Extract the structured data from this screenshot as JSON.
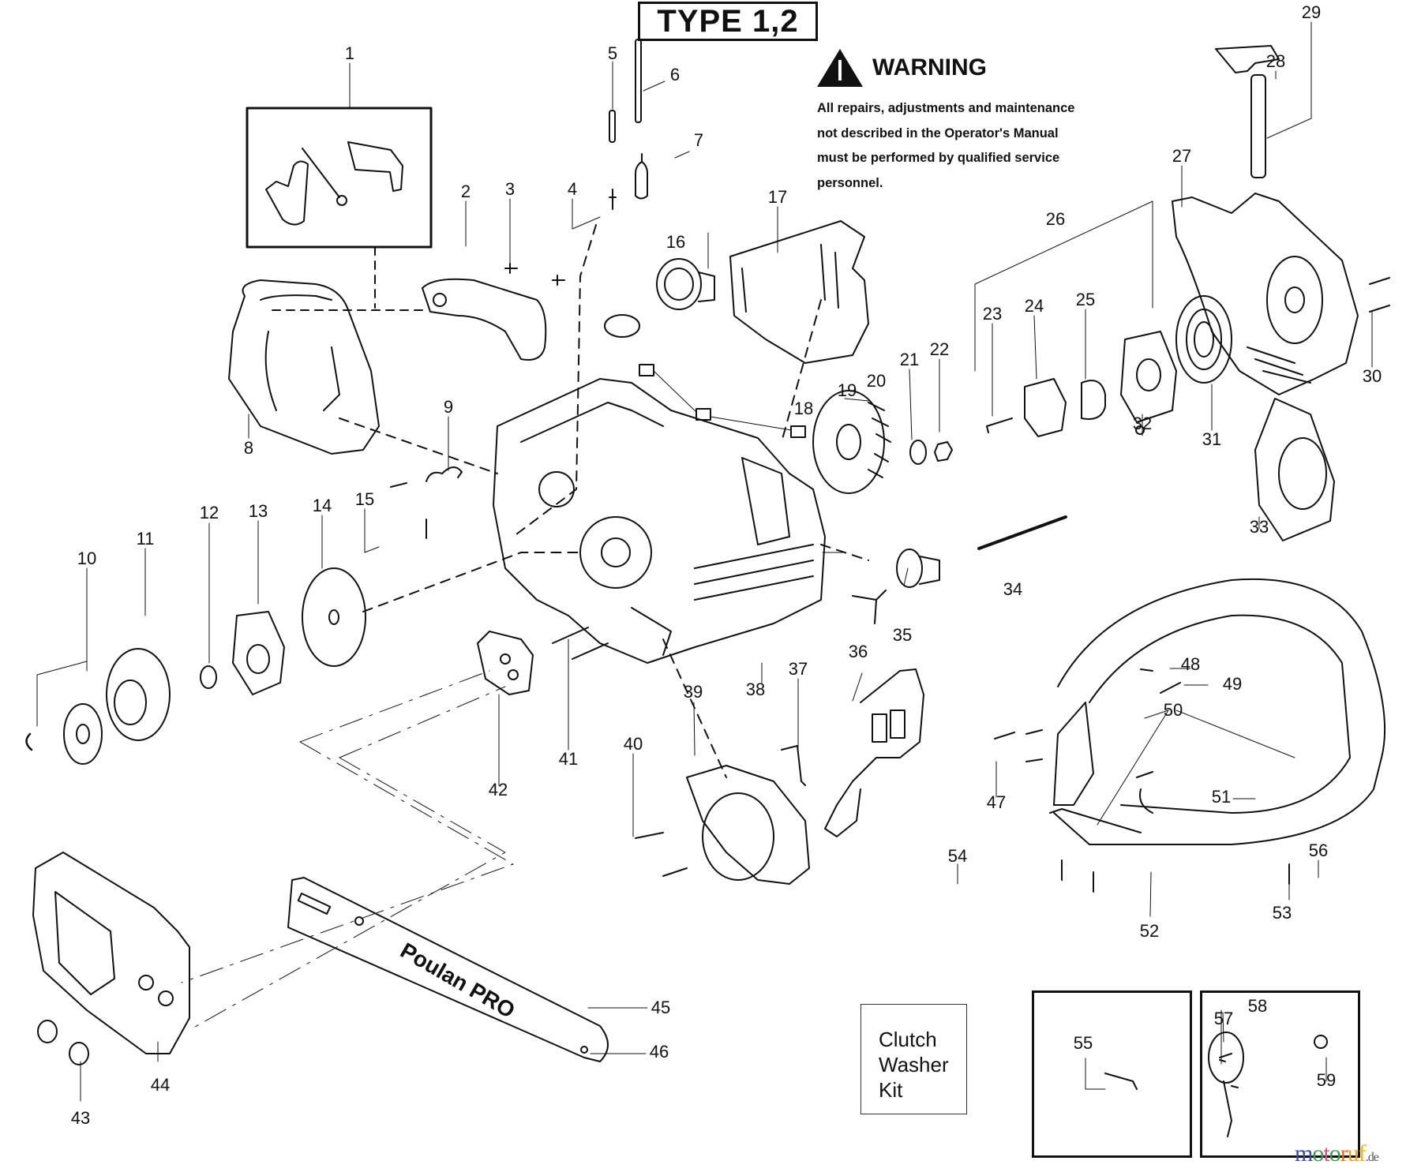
{
  "header": {
    "type_label": "TYPE 1,2"
  },
  "warning": {
    "icon": "warning-triangle-icon",
    "title": "WARNING",
    "lines": [
      "All repairs, adjustments and maintenance",
      "not described in the Operator's Manual",
      "must be performed by qualified  service",
      "personnel."
    ]
  },
  "brand_on_bar": "Poulan PRO",
  "kit": {
    "part_number": "54",
    "lines": [
      "Clutch",
      "Washer",
      "Kit"
    ]
  },
  "watermark": {
    "text": "motoruf",
    "suffix": ".de",
    "letters": [
      {
        "ch": "m",
        "color": "#3a4fa0"
      },
      {
        "ch": "o",
        "color": "#3a9a4a"
      },
      {
        "ch": "t",
        "color": "#d84a8a"
      },
      {
        "ch": "o",
        "color": "#3a9a4a"
      },
      {
        "ch": "r",
        "color": "#e06a2a"
      },
      {
        "ch": "u",
        "color": "#e8a020"
      },
      {
        "ch": "f",
        "color": "#e8b820"
      }
    ]
  },
  "part_labels": [
    {
      "n": "1"
    },
    {
      "n": "2"
    },
    {
      "n": "3"
    },
    {
      "n": "4"
    },
    {
      "n": "5"
    },
    {
      "n": "6"
    },
    {
      "n": "7"
    },
    {
      "n": "8"
    },
    {
      "n": "9"
    },
    {
      "n": "10"
    },
    {
      "n": "11"
    },
    {
      "n": "12"
    },
    {
      "n": "13"
    },
    {
      "n": "14"
    },
    {
      "n": "15"
    },
    {
      "n": "16"
    },
    {
      "n": "17"
    },
    {
      "n": "18"
    },
    {
      "n": "19"
    },
    {
      "n": "20"
    },
    {
      "n": "21"
    },
    {
      "n": "22"
    },
    {
      "n": "23"
    },
    {
      "n": "24"
    },
    {
      "n": "25"
    },
    {
      "n": "26"
    },
    {
      "n": "27"
    },
    {
      "n": "28"
    },
    {
      "n": "29"
    },
    {
      "n": "30"
    },
    {
      "n": "31"
    },
    {
      "n": "32"
    },
    {
      "n": "33"
    },
    {
      "n": "34"
    },
    {
      "n": "35"
    },
    {
      "n": "36"
    },
    {
      "n": "37"
    },
    {
      "n": "38"
    },
    {
      "n": "39"
    },
    {
      "n": "40"
    },
    {
      "n": "41"
    },
    {
      "n": "42"
    },
    {
      "n": "43"
    },
    {
      "n": "44"
    },
    {
      "n": "45"
    },
    {
      "n": "46"
    },
    {
      "n": "47"
    },
    {
      "n": "48"
    },
    {
      "n": "49"
    },
    {
      "n": "50"
    },
    {
      "n": "51"
    },
    {
      "n": "52"
    },
    {
      "n": "53"
    },
    {
      "n": "54"
    },
    {
      "n": "55"
    },
    {
      "n": "56"
    },
    {
      "n": "57"
    },
    {
      "n": "58"
    },
    {
      "n": "59"
    }
  ]
}
